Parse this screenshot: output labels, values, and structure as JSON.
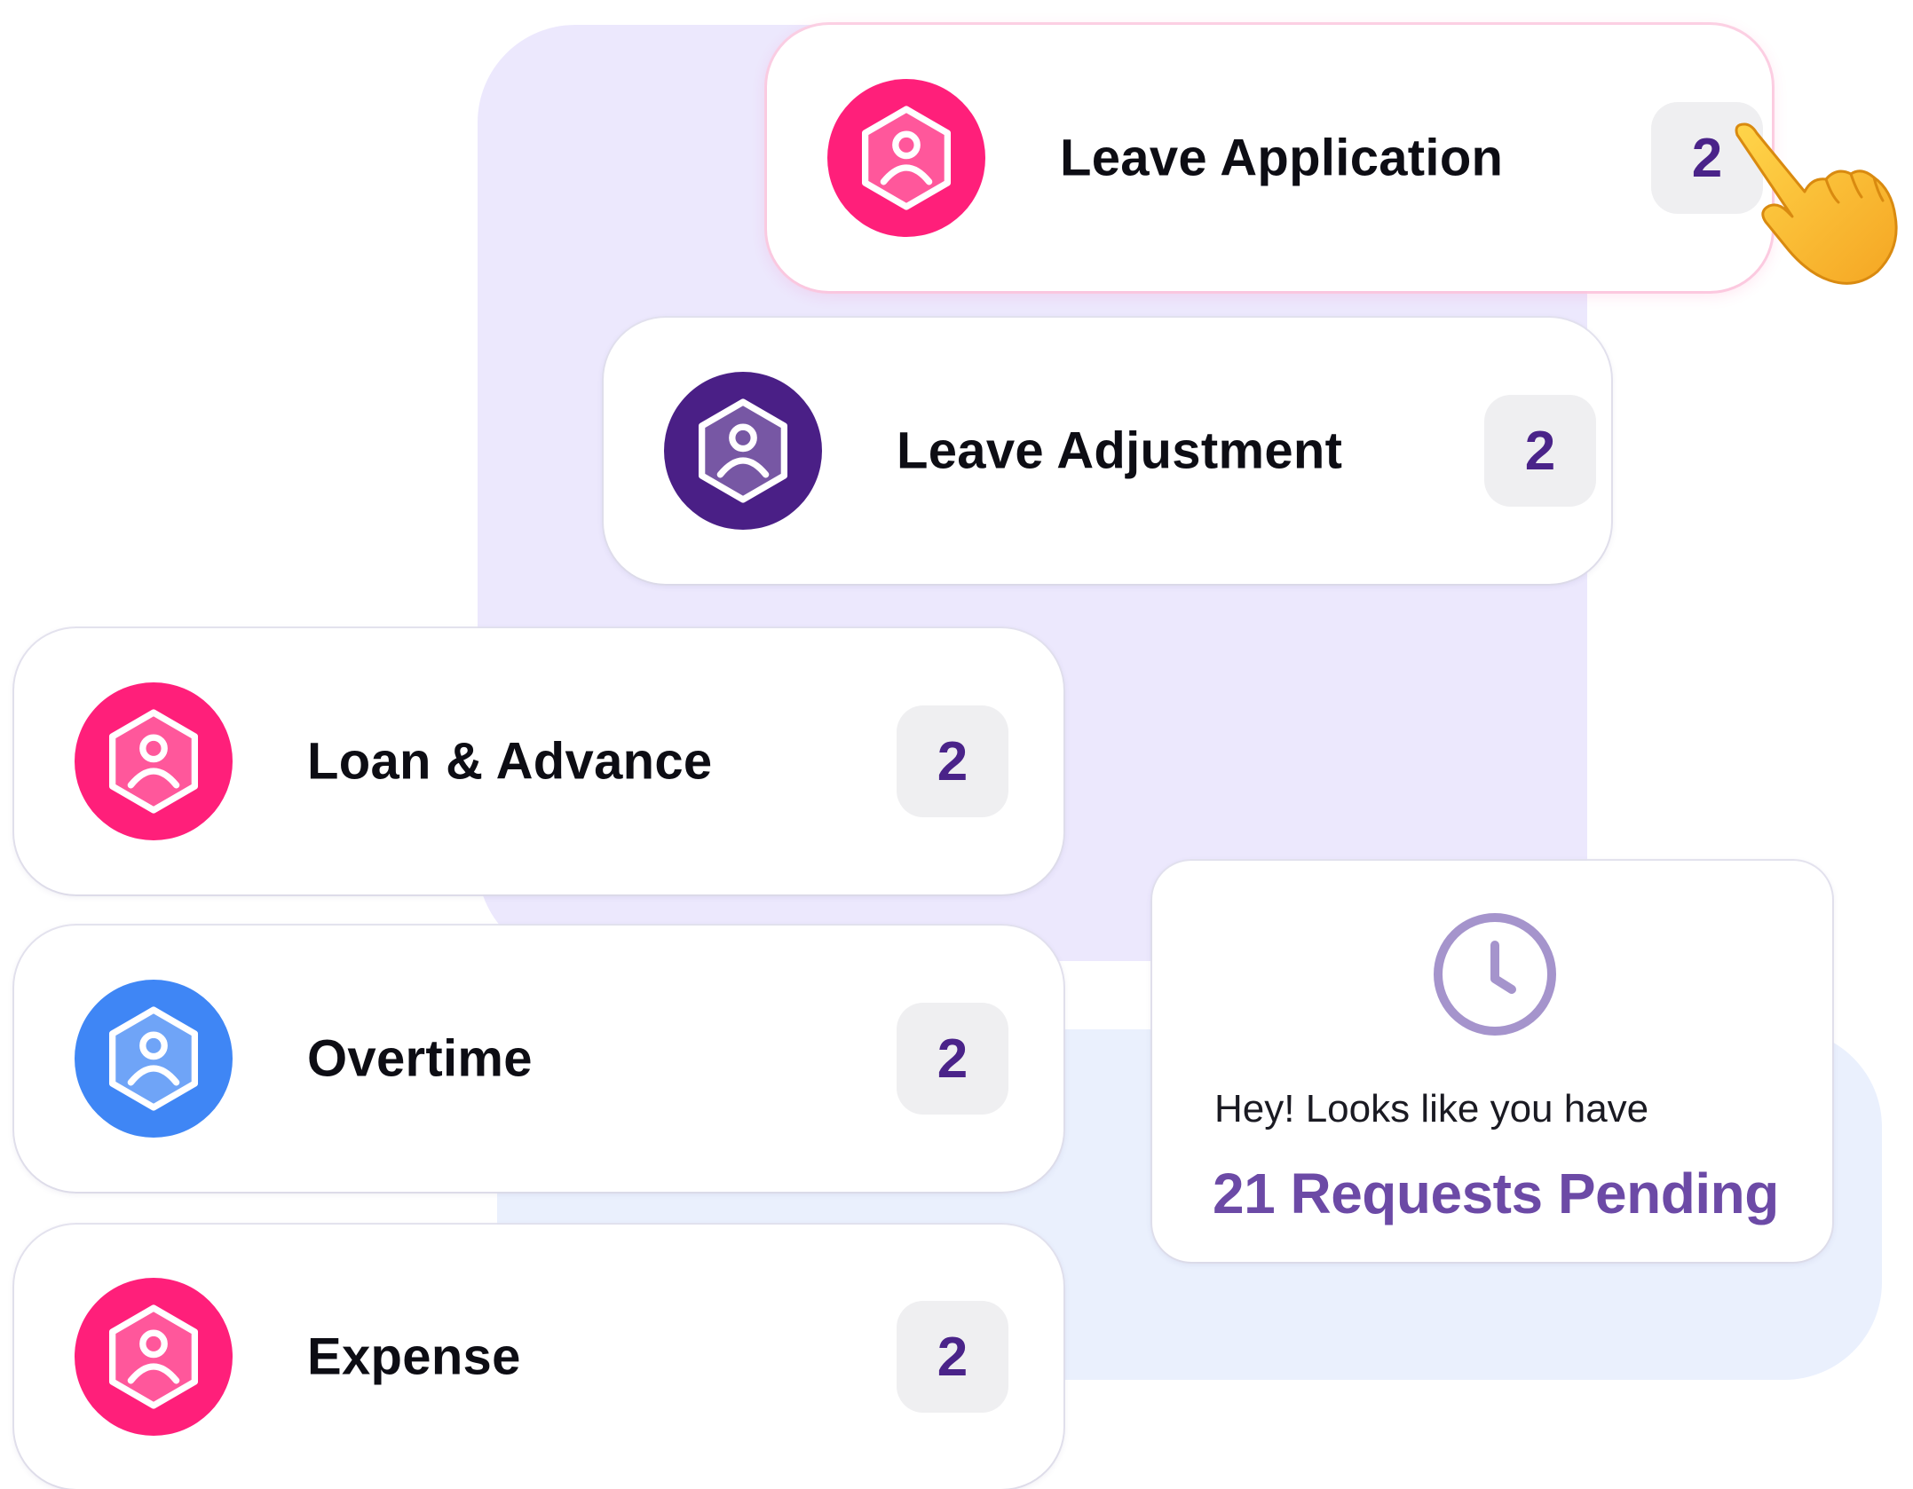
{
  "requests": [
    {
      "label": "Leave Application",
      "count": "2",
      "icon": "user-hexagon-icon",
      "color": "#ff1f7a",
      "highlighted": true
    },
    {
      "label": "Leave Adjustment",
      "count": "2",
      "icon": "user-hexagon-icon",
      "color": "#4a1f86",
      "highlighted": false
    },
    {
      "label": "Loan & Advance",
      "count": "2",
      "icon": "user-hexagon-icon",
      "color": "#ff1f7a",
      "highlighted": false
    },
    {
      "label": "Overtime",
      "count": "2",
      "icon": "user-hexagon-icon",
      "color": "#3f86f5",
      "highlighted": false
    },
    {
      "label": "Expense",
      "count": "2",
      "icon": "user-hexagon-icon",
      "color": "#ff1f7a",
      "highlighted": false
    }
  ],
  "summary": {
    "icon": "clock-icon",
    "message": "Hey! Looks like you have",
    "pending": "21 Requests Pending"
  },
  "pointer": {
    "icon": "pointing-hand-icon"
  },
  "colors": {
    "badge_text": "#4a2389",
    "badge_bg": "#efeff1",
    "pending_text": "#6c4aa6",
    "clock_stroke": "#a594cc",
    "panel_lavender": "#ece8fd",
    "panel_blue": "#eaf0fd"
  }
}
